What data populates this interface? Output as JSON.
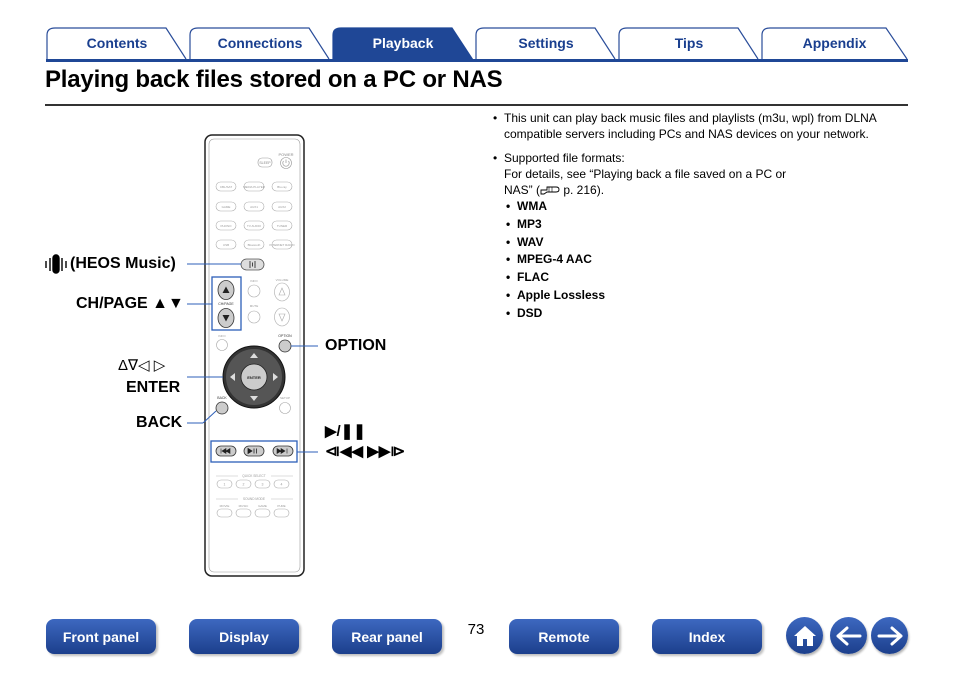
{
  "tabs": [
    {
      "label": "Contents",
      "active": false
    },
    {
      "label": "Connections",
      "active": false
    },
    {
      "label": "Playback",
      "active": true
    },
    {
      "label": "Settings",
      "active": false
    },
    {
      "label": "Tips",
      "active": false
    },
    {
      "label": "Appendix",
      "active": false
    }
  ],
  "page_title": "Playing back files stored on a PC or NAS",
  "bullets": {
    "b1": "This unit can play back music files and playlists (m3u, wpl) from DLNA compatible servers including PCs and NAS devices on your network.",
    "b2_line1": "Supported file formats:",
    "b2_line2": "For details, see “Playing back a file saved on a PC or",
    "b2_line3a": "NAS” (",
    "b2_line3b": " p. 216)."
  },
  "formats": [
    "WMA",
    "MP3",
    "WAV",
    "MPEG-4 AAC",
    "FLAC",
    "Apple Lossless",
    "DSD"
  ],
  "remote": {
    "labels_left": {
      "heos": "(HEOS Music)",
      "chpage": "CH/PAGE ▲▼",
      "cursor": "Δ∇◁ ▷",
      "enter": "ENTER",
      "back": "BACK"
    },
    "labels_right": {
      "option": "OPTION",
      "playpause": "▶/❚❚",
      "skip": "⧏◀◀  ▶▶⧐"
    },
    "tiny": {
      "power": "POWER",
      "sleep": "SLEEP",
      "enter_center": "ENTER",
      "back_small": "BACK",
      "option_small": "OPTION",
      "setup": "SETUP",
      "info": "INFO",
      "quick_select": "QUICK SELECT",
      "sound_mode": "SOUND MODE",
      "chpage_small": "CH/PAGE",
      "mute": "MUTE",
      "volume": "VOLUME",
      "inputs": [
        "CBL/SAT",
        "MEDIA PLAYER",
        "Blu-ray",
        "GAME",
        "AUX1",
        "AUX2",
        "PHONO",
        "TV AUDIO",
        "TUNER",
        "USB",
        "Bluetooth",
        "INTERNET RADIO"
      ],
      "quick": [
        "1",
        "2",
        "3",
        "4"
      ],
      "modes": [
        "MOVIE",
        "MUSIC",
        "GAME",
        "PURE"
      ]
    }
  },
  "bottom_nav": {
    "front_panel": "Front panel",
    "display": "Display",
    "rear_panel": "Rear panel",
    "page_number": "73",
    "remote": "Remote",
    "index": "Index"
  },
  "colors": {
    "accent": "#1f4796",
    "callout": "#2d5fb8",
    "tab_border": "#2a4d9a"
  },
  "icons": {
    "home": "home-icon",
    "back": "arrow-left-icon",
    "forward": "arrow-right-icon",
    "reference": "pointing-hand-icon",
    "heos": "heos-icon"
  }
}
